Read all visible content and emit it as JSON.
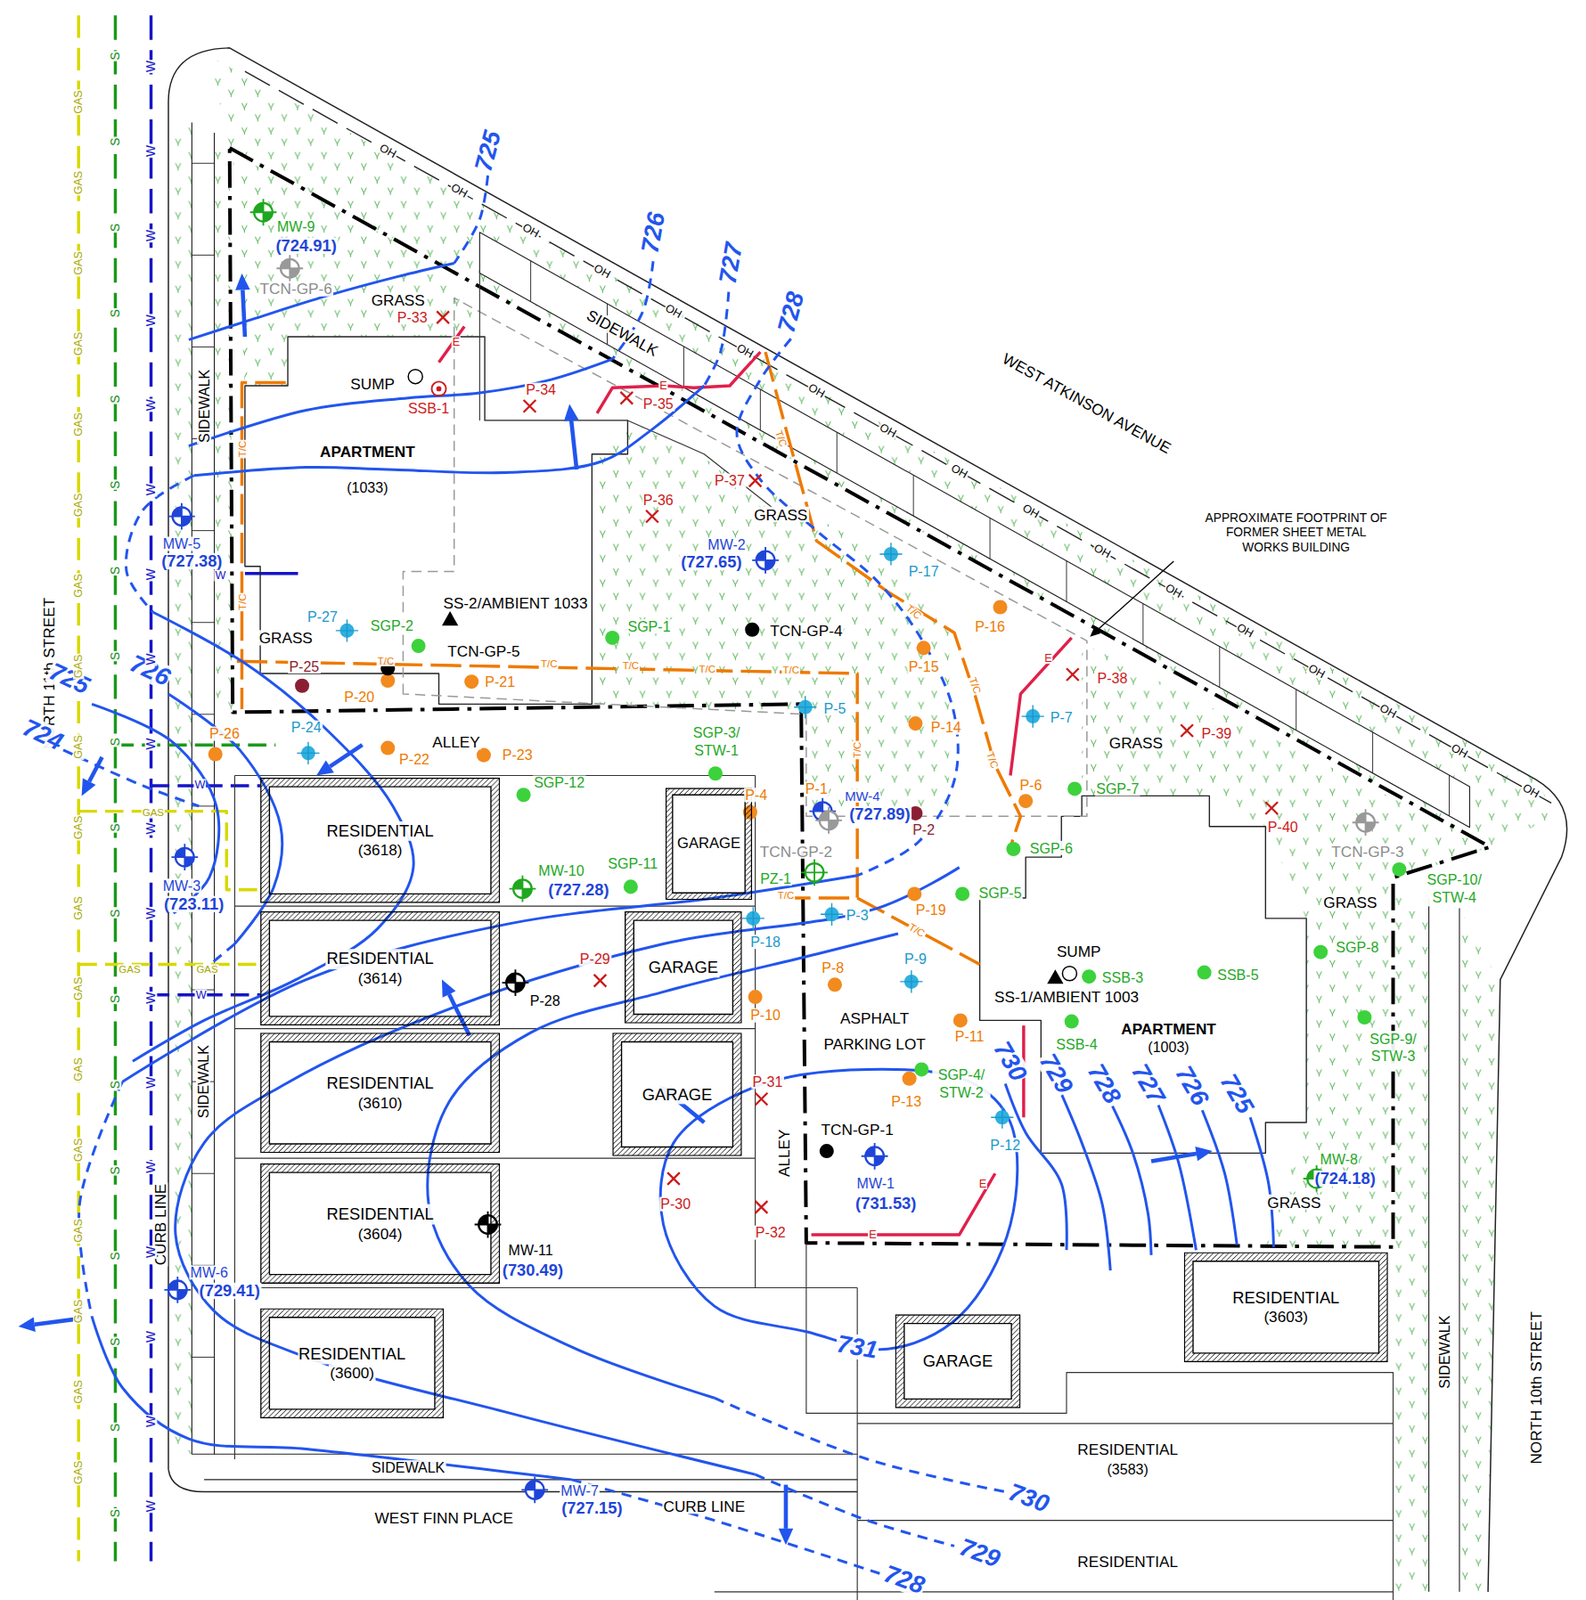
{
  "diagram": {
    "nodes": [
      {
        "text": [
          "RESIDENTIAL",
          "(3618)"
        ]
      },
      {
        "text": [
          "GARAGE"
        ]
      },
      {
        "text": [
          "RESIDENTIAL",
          "(3614)"
        ]
      },
      {
        "text": [
          "GARAGE"
        ]
      },
      {
        "text": [
          "RESIDENTIAL",
          "(3610)"
        ]
      },
      {
        "text": [
          "GARAGE"
        ]
      },
      {
        "text": [
          "RESIDENTIAL",
          "(3604)"
        ]
      },
      {
        "text": [
          "RESIDENTIAL",
          "(3603)"
        ]
      },
      {
        "text": [
          "RESIDENTIAL",
          "(3600)"
        ]
      },
      {
        "text": [
          "GARAGE"
        ]
      }
    ],
    "labels": [
      "WEST ATKINSON AVENUE",
      "NORTH 11th STREET",
      "NORTH 10th STREET",
      "WEST FINN PLACE",
      "CURB LINE",
      "CURB LINE",
      "SIDEWALK",
      "SIDEWALK",
      "SIDEWALK",
      "SIDEWALK",
      "SIDEWALK",
      "GRASS",
      "GRASS",
      "GRASS",
      "GRASS",
      "GRASS",
      "GRASS",
      "ALLEY",
      "ALLEY",
      "ASPHALT",
      "PARKING LOT",
      "APARTMENT",
      "(1033)",
      "APARTMENT",
      "(1003)",
      "RESIDENTIAL",
      "(3583)",
      "RESIDENTIAL",
      "APPROXIMATE FOOTPRINT OF FORMER SHEET METAL WORKS BUILDING",
      "SUMP",
      "SUMP",
      "SS-2/AMBIENT 1033",
      "SS-1/AMBIENT 1003",
      "TCN-GP-4",
      "TCN-GP-5",
      "TCN-GP-1",
      "TCN-GP-2",
      "TCN-GP-3",
      "TCN-GP-6",
      "MW-9",
      "(724.91)",
      "MW-5",
      "(727.38)",
      "MW-2",
      "(727.65)",
      "MW-4",
      "(727.89)",
      "MW-3",
      "(723.11)",
      "MW-10",
      "(727.28)",
      "MW-1",
      "(731.53)",
      "MW-11",
      "(730.49)",
      "MW-6",
      "(729.41)",
      "MW-7",
      "(727.15)",
      "MW-8",
      "(724.18)",
      "P-28",
      "PZ-1",
      "P-20",
      "P-21",
      "P-22",
      "P-23",
      "P-26",
      "P-4",
      "P-1",
      "P-16",
      "P-15",
      "P-14",
      "P-6",
      "P-19",
      "P-8",
      "P-10",
      "P-13",
      "P-11",
      "P-27",
      "P-24",
      "P-5",
      "P-7",
      "P-17",
      "P-3",
      "P-18",
      "P-9",
      "P-12",
      "P-33",
      "P-34",
      "P-35",
      "P-36",
      "P-37",
      "P-38",
      "P-39",
      "P-40",
      "P-29",
      "P-30",
      "P-31",
      "P-32",
      "P-25",
      "P-2",
      "SSB-1",
      "SGP-2",
      "SGP-1",
      "SGP-3/ STW-1",
      "SGP-12",
      "SGP-11",
      "SGP-7",
      "SGP-6",
      "SGP-5",
      "SGP-4/ STW-2",
      "SSB-4",
      "SSB-3",
      "SSB-5",
      "SGP-8",
      "SGP-10/ STW-4",
      "SGP-9/ STW-3",
      "725",
      "726",
      "727",
      "728",
      "725",
      "726",
      "724",
      "730",
      "729",
      "728",
      "727",
      "726",
      "725",
      "731",
      "730",
      "729",
      "728",
      "E",
      "E",
      "E",
      "E",
      "E",
      "T/C",
      "T/C",
      "T/C",
      "T/C",
      "T/C",
      "T/C",
      "T/C",
      "T/C",
      "T/C",
      "T/C",
      "T/C",
      "T/C",
      "T/C",
      "T/C",
      "W",
      "GAS",
      "GAS",
      "GAS",
      "W",
      "W",
      "GAS",
      "GAS",
      "GAS",
      "GAS",
      "GAS",
      "GAS",
      "GAS",
      "GAS",
      "GAS",
      "GAS",
      "GAS",
      "GAS",
      "GAS",
      "GAS",
      "GAS",
      "GAS",
      "GAS",
      "GAS",
      "S",
      "S",
      "S",
      "S",
      "S",
      "S",
      "S",
      "S",
      "S",
      "S",
      "S",
      "S",
      "S",
      "S",
      "S",
      "S",
      "S",
      "S",
      "W",
      "W",
      "W",
      "W",
      "W",
      "W",
      "W",
      "W",
      "W",
      "W",
      "W",
      "W",
      "W",
      "W",
      "W",
      "W",
      "W",
      "W",
      "OH",
      "OH",
      "OH",
      "OH",
      "OH",
      "OH",
      "OH",
      "OH",
      "OH",
      "OH",
      "OH",
      "OH",
      "OH",
      "OH",
      "OH",
      "OH",
      "OH"
    ]
  }
}
